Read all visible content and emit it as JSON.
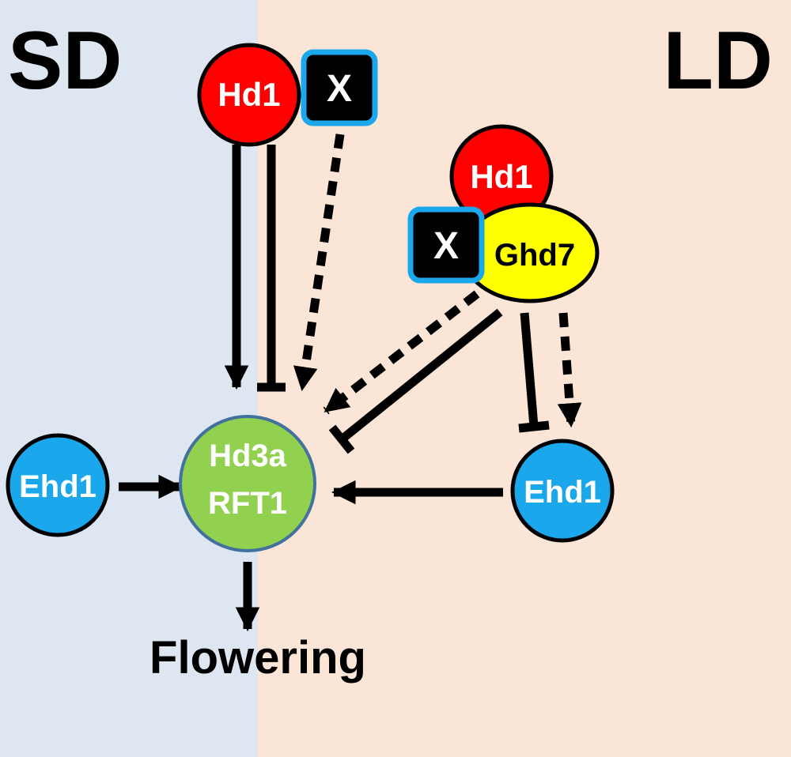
{
  "regions": {
    "sd": {
      "label": "SD",
      "color": "#dde6f1"
    },
    "ld": {
      "label": "LD",
      "color": "#fbe5d6"
    }
  },
  "nodes": {
    "hd1_sd": {
      "label": "Hd1",
      "fill": "#ff0000",
      "text_color": "#ffffff"
    },
    "x_sd": {
      "label": "X",
      "fill": "#000000",
      "border": "#1aa7ec",
      "text_color": "#ffffff"
    },
    "hd1_ld": {
      "label": "Hd1",
      "fill": "#ff0000",
      "text_color": "#ffffff"
    },
    "x_ld": {
      "label": "X",
      "fill": "#000000",
      "border": "#1aa7ec",
      "text_color": "#ffffff"
    },
    "ghd7": {
      "label": "Ghd7",
      "fill": "#ffff00",
      "text_color": "#000000"
    },
    "ehd1_left": {
      "label": "Ehd1",
      "fill": "#1aa7ec",
      "text_color": "#ffffff"
    },
    "ehd1_right": {
      "label": "Ehd1",
      "fill": "#1aa7ec",
      "text_color": "#ffffff"
    },
    "hd3a_rft1": {
      "label_line1": "Hd3a",
      "label_line2": "RFT1",
      "fill": "#92d050",
      "border": "#41719c",
      "text_color": "#ffffff"
    }
  },
  "output": {
    "label": "Flowering"
  },
  "edges": [
    {
      "from": "Hd1 (SD)",
      "to": "Hd3a/RFT1",
      "type": "activation"
    },
    {
      "from": "Hd1 (SD)",
      "to": "Hd3a/RFT1",
      "type": "repression"
    },
    {
      "from": "X (SD)",
      "to": "Hd3a/RFT1",
      "type": "activation-dotted"
    },
    {
      "from": "Hd1-X-Ghd7 (LD)",
      "to": "Hd3a/RFT1",
      "type": "activation-dotted"
    },
    {
      "from": "Hd1-X-Ghd7 (LD)",
      "to": "Hd3a/RFT1",
      "type": "repression"
    },
    {
      "from": "Hd1-X-Ghd7 (LD)",
      "to": "Ehd1 (LD)",
      "type": "repression"
    },
    {
      "from": "Hd1-X-Ghd7 (LD)",
      "to": "Ehd1 (LD)",
      "type": "activation-dotted"
    },
    {
      "from": "Ehd1 (SD)",
      "to": "Hd3a/RFT1",
      "type": "activation"
    },
    {
      "from": "Ehd1 (LD)",
      "to": "Hd3a/RFT1",
      "type": "activation"
    },
    {
      "from": "Hd3a/RFT1",
      "to": "Flowering",
      "type": "activation"
    }
  ]
}
